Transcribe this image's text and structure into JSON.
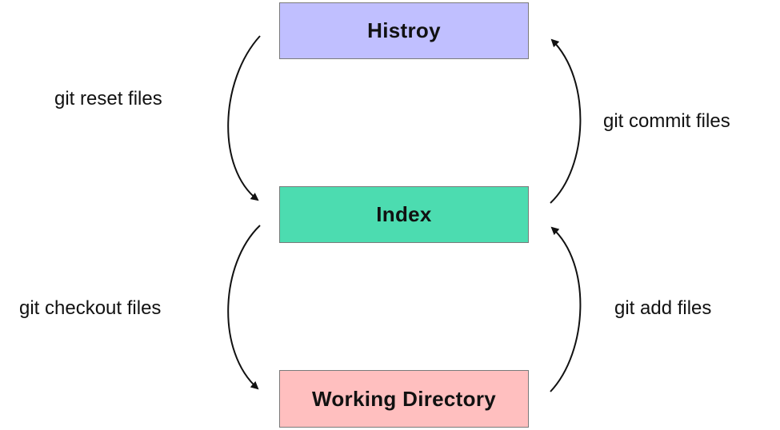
{
  "diagram": {
    "boxes": {
      "history": {
        "label": "Histroy",
        "fill": "#c0bfff"
      },
      "index": {
        "label": "Index",
        "fill": "#4cdcb0"
      },
      "working": {
        "label": "Working Directory",
        "fill": "#ffbfbf"
      }
    },
    "edges": {
      "reset": {
        "label": "git reset files",
        "from": "history",
        "to": "index"
      },
      "checkout": {
        "label": "git checkout files",
        "from": "index",
        "to": "working"
      },
      "commit": {
        "label": "git commit files",
        "from": "index",
        "to": "history"
      },
      "add": {
        "label": "git add files",
        "from": "working",
        "to": "index"
      }
    },
    "colors": {
      "arrow": "#111111",
      "border": "#7a7a7a"
    }
  }
}
